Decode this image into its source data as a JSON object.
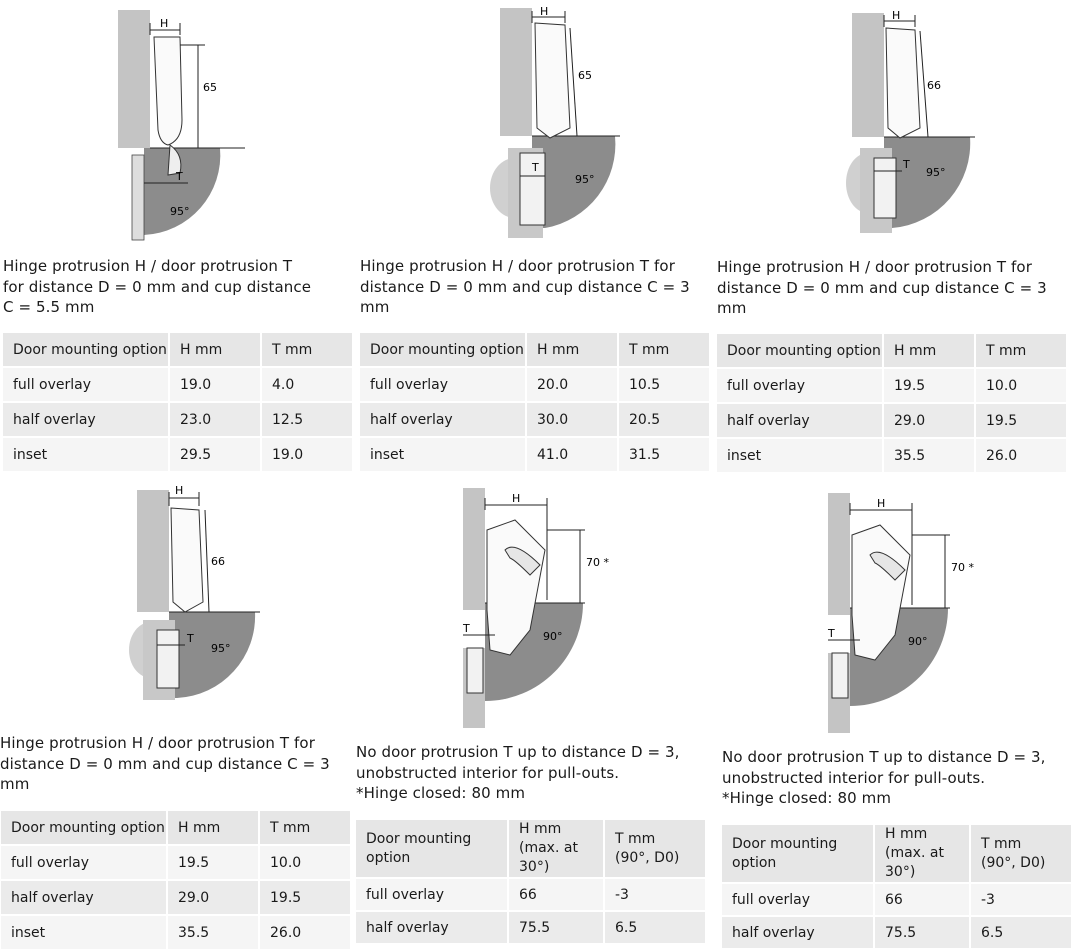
{
  "colors": {
    "wall": "#c4c4c4",
    "door_swing": "#8c8c8c",
    "header_bg": "#e6e6e6",
    "row_a": "#f5f5f5",
    "row_b": "#ebebeb"
  },
  "panels": [
    {
      "caption": "Hinge protrusion H / door protrusion T\nfor distance D = 0 mm and cup distance\nC = 5.5 mm",
      "diagram": {
        "h_label": "H",
        "height_label": "65",
        "t_label": "T",
        "angle_label": "95°"
      },
      "table": {
        "headers": [
          "Door mounting option",
          "H mm",
          "T mm"
        ],
        "rows": [
          [
            "full overlay",
            "19.0",
            "4.0"
          ],
          [
            "half overlay",
            "23.0",
            "12.5"
          ],
          [
            "inset",
            "29.5",
            "19.0"
          ]
        ]
      }
    },
    {
      "caption": "Hinge protrusion H / door protrusion T for\ndistance D = 0 mm and cup distance C = 3 mm",
      "diagram": {
        "h_label": "H",
        "height_label": "65",
        "t_label": "T",
        "angle_label": "95°"
      },
      "table": {
        "headers": [
          "Door mounting option",
          "H mm",
          "T mm"
        ],
        "rows": [
          [
            "full overlay",
            "20.0",
            "10.5"
          ],
          [
            "half overlay",
            "30.0",
            "20.5"
          ],
          [
            "inset",
            "41.0",
            "31.5"
          ]
        ]
      }
    },
    {
      "caption": "Hinge protrusion H / door protrusion T for\ndistance D = 0 mm and cup distance C = 3 mm",
      "diagram": {
        "h_label": "H",
        "height_label": "66",
        "t_label": "T",
        "angle_label": "95°"
      },
      "table": {
        "headers": [
          "Door mounting option",
          "H mm",
          "T mm"
        ],
        "rows": [
          [
            "full overlay",
            "19.5",
            "10.0"
          ],
          [
            "half overlay",
            "29.0",
            "19.5"
          ],
          [
            "inset",
            "35.5",
            "26.0"
          ]
        ]
      }
    },
    {
      "caption": "Hinge protrusion H / door protrusion T for\ndistance D = 0 mm and cup distance C = 3 mm",
      "diagram": {
        "h_label": "H",
        "height_label": "66",
        "t_label": "T",
        "angle_label": "95°"
      },
      "table": {
        "headers": [
          "Door mounting option",
          "H mm",
          "T mm"
        ],
        "rows": [
          [
            "full overlay",
            "19.5",
            "10.0"
          ],
          [
            "half overlay",
            "29.0",
            "19.5"
          ],
          [
            "inset",
            "35.5",
            "26.0"
          ]
        ]
      }
    },
    {
      "caption": "No door protrusion T up to distance D = 3,\nunobstructed interior for pull-outs.\n*Hinge closed: 80 mm",
      "diagram": {
        "h_label": "H",
        "height_label": "70 *",
        "t_label": "T",
        "angle_label": "90°"
      },
      "table": {
        "headers": [
          "Door mounting\noption",
          "H mm\n(max. at 30°)",
          "T mm\n(90°, D0)"
        ],
        "rows": [
          [
            "full overlay",
            "66",
            "-3"
          ],
          [
            "half overlay",
            "75.5",
            "6.5"
          ]
        ]
      }
    },
    {
      "caption": "No door protrusion T up to distance D = 3,\nunobstructed interior for pull-outs.\n*Hinge closed: 80 mm",
      "diagram": {
        "h_label": "H",
        "height_label": "70 *",
        "t_label": "T",
        "angle_label": "90°"
      },
      "table": {
        "headers": [
          "Door mounting\noption",
          "H mm\n(max. at 30°)",
          "T mm\n(90°, D0)"
        ],
        "rows": [
          [
            "full overlay",
            "66",
            "-3"
          ],
          [
            "half overlay",
            "75.5",
            "6.5"
          ]
        ]
      }
    }
  ]
}
